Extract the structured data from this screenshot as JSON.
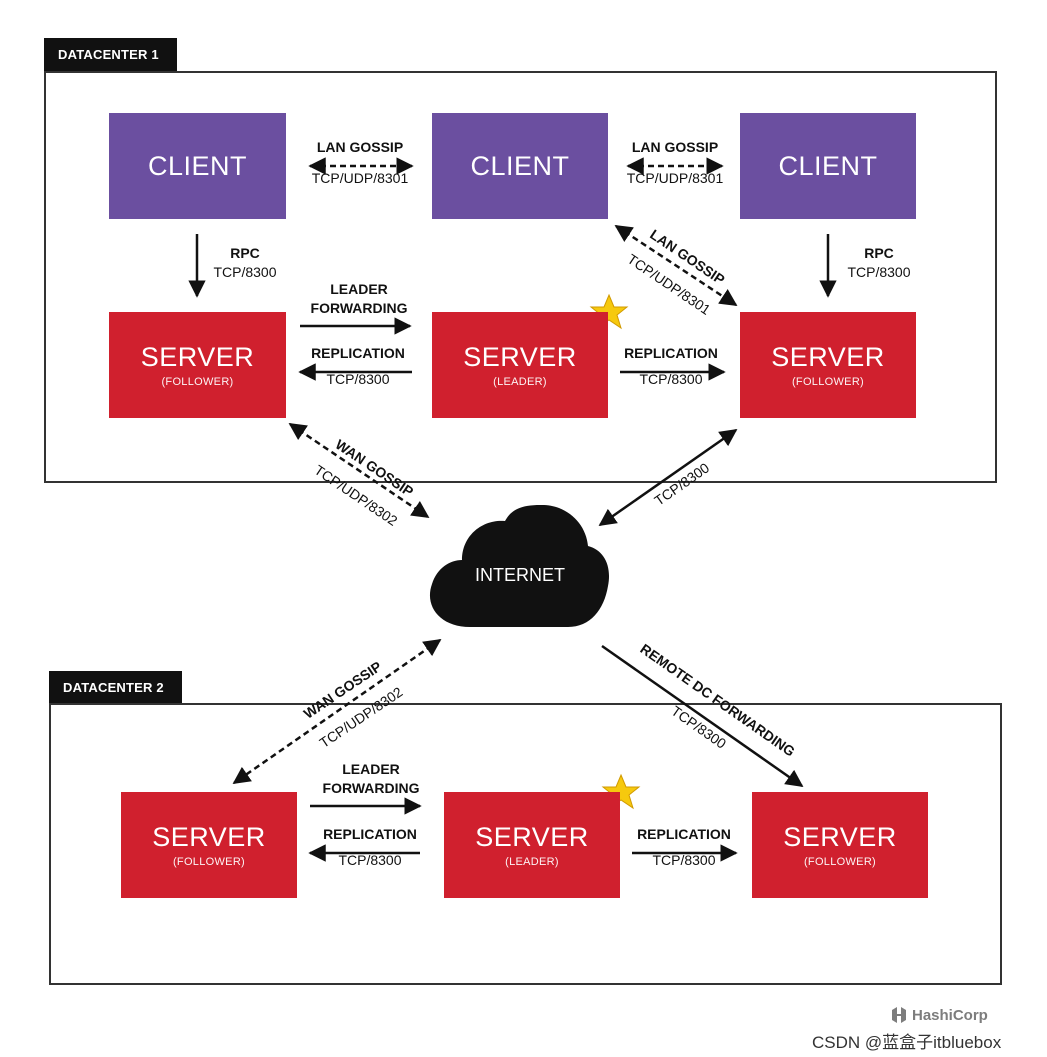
{
  "datacenters": [
    {
      "label": "DATACENTER 1"
    },
    {
      "label": "DATACENTER 2"
    }
  ],
  "dc1": {
    "clients": [
      {
        "name": "CLIENT"
      },
      {
        "name": "CLIENT"
      },
      {
        "name": "CLIENT"
      }
    ],
    "servers": [
      {
        "name": "SERVER",
        "role": "(FOLLOWER)"
      },
      {
        "name": "SERVER",
        "role": "(LEADER)"
      },
      {
        "name": "SERVER",
        "role": "(FOLLOWER)"
      }
    ],
    "labels": {
      "lan1_title": "LAN GOSSIP",
      "lan1_port": "TCP/UDP/8301",
      "lan2_title": "LAN GOSSIP",
      "lan2_port": "TCP/UDP/8301",
      "lan_diag_title": "LAN GOSSIP",
      "lan_diag_port": "TCP/UDP/8301",
      "rpc1_title": "RPC",
      "rpc1_port": "TCP/8300",
      "rpc2_title": "RPC",
      "rpc2_port": "TCP/8300",
      "leader_fwd_line1": "LEADER",
      "leader_fwd_line2": "FORWARDING",
      "repl_left_title": "REPLICATION",
      "repl_left_port": "TCP/8300",
      "repl_right_title": "REPLICATION",
      "repl_right_port": "TCP/8300"
    }
  },
  "internet": {
    "label": "INTERNET"
  },
  "links": {
    "wan1_title": "WAN GOSSIP",
    "wan1_port": "TCP/UDP/8302",
    "tcp_right": "TCP/8300",
    "wan2_title": "WAN GOSSIP",
    "wan2_port": "TCP/UDP/8302",
    "remote_title": "REMOTE DC FORWARDING",
    "remote_port": "TCP/8300"
  },
  "dc2": {
    "servers": [
      {
        "name": "SERVER",
        "role": "(FOLLOWER)"
      },
      {
        "name": "SERVER",
        "role": "(LEADER)"
      },
      {
        "name": "SERVER",
        "role": "(FOLLOWER)"
      }
    ],
    "labels": {
      "leader_fwd_line1": "LEADER",
      "leader_fwd_line2": "FORWARDING",
      "repl_left_title": "REPLICATION",
      "repl_left_port": "TCP/8300",
      "repl_right_title": "REPLICATION",
      "repl_right_port": "TCP/8300"
    }
  },
  "footer": {
    "brand": "HashiCorp",
    "watermark": "CSDN @蓝盒子itbluebox"
  },
  "colors": {
    "client": "#6b4fa0",
    "server": "#d0202e",
    "star": "#f6c90e",
    "tab": "#111111"
  },
  "icons": [
    "star-icon",
    "cloud-icon",
    "hashicorp-logo-icon"
  ]
}
